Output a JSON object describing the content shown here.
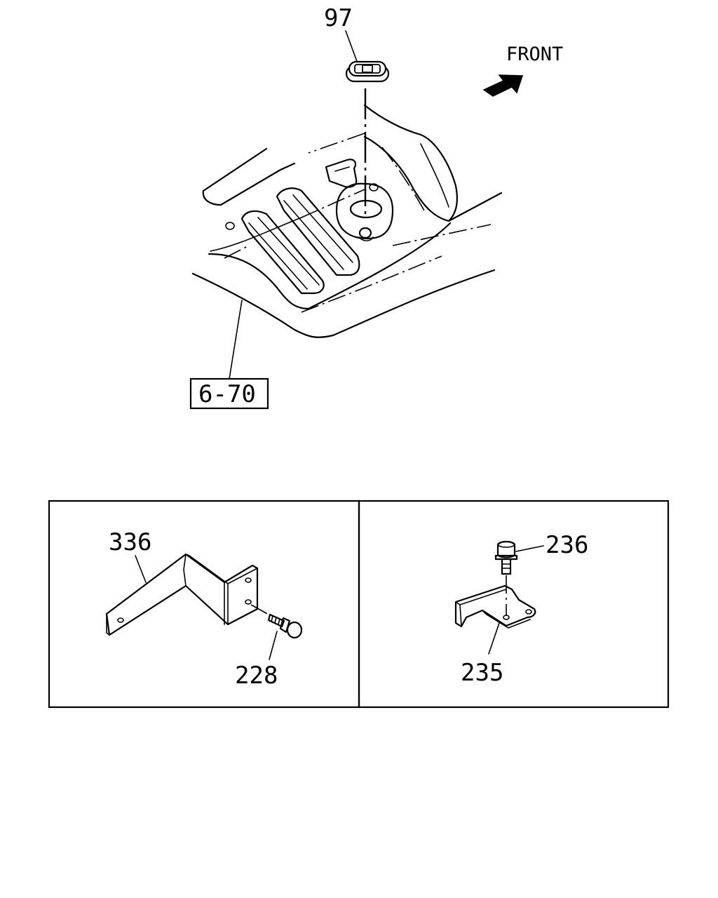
{
  "direction": {
    "label": "FRONT",
    "icon": "front-arrow-icon"
  },
  "callouts": {
    "grommet": "97",
    "floor_panel_ref": "6-70",
    "bracket_left": "336",
    "bolt_left": "228",
    "bolt_right": "236",
    "bracket_right": "235"
  },
  "icons": {
    "grommet": "grommet-icon",
    "floor_panel": "floor-panel-icon",
    "bracket_left": "angle-bracket-icon",
    "bolt_left": "bolt-icon",
    "bolt_right": "flange-bolt-icon",
    "bracket_right": "bent-bracket-icon"
  }
}
